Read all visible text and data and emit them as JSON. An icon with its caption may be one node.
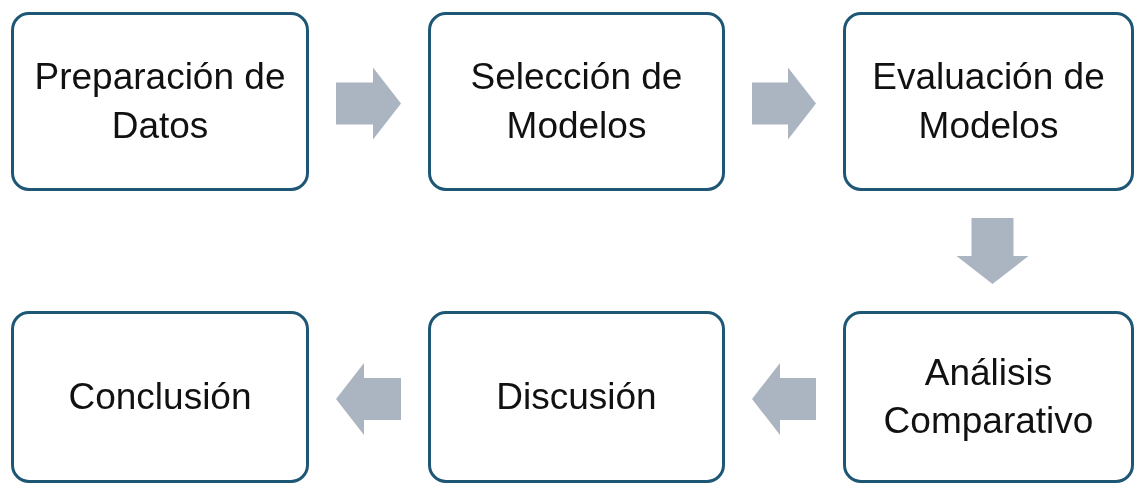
{
  "diagram": {
    "nodes": [
      {
        "text": [
          "Preparación de Datos"
        ]
      },
      {
        "text": [
          "Selección de Modelos"
        ]
      },
      {
        "text": [
          "Evaluación de Modelos"
        ]
      },
      {
        "text": [
          "Conclusión"
        ]
      },
      {
        "text": [
          "Discusión"
        ]
      },
      {
        "text": [
          "Análisis Comparativo"
        ]
      }
    ],
    "edges": [
      {
        "from": 0,
        "to": 1,
        "arrow": "to"
      },
      {
        "from": 1,
        "to": 2,
        "arrow": "to"
      },
      {
        "from": 2,
        "to": 5,
        "arrow": "to"
      },
      {
        "from": 5,
        "to": 4,
        "arrow": "to"
      },
      {
        "from": 4,
        "to": 3,
        "arrow": "to"
      }
    ]
  }
}
